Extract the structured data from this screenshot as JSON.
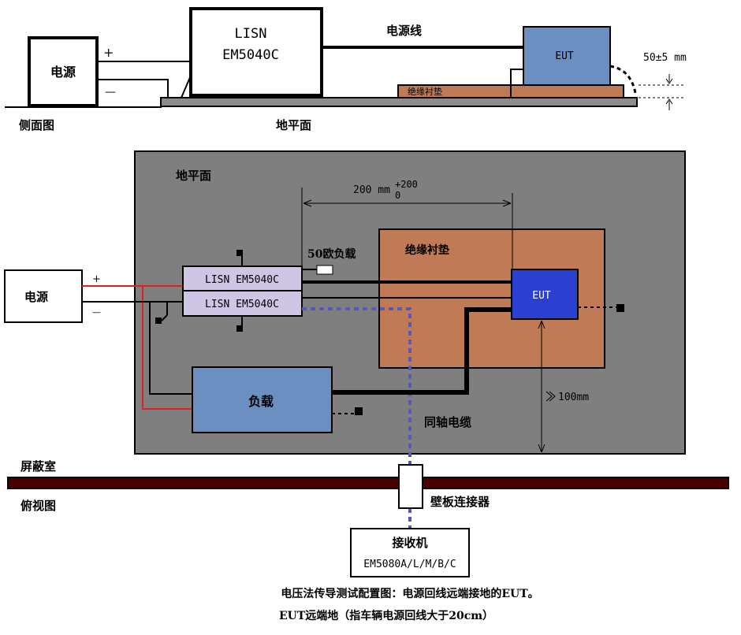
{
  "side_view": {
    "power_label": "电源",
    "plus": "+",
    "minus": "—",
    "lisn_line1": "LISN",
    "lisn_line2": "EM5040C",
    "power_cable_label": "电源线",
    "eut_label": "EUT",
    "insulation_label": "绝缘衬垫",
    "height_label": "50±5 mm",
    "view_label": "侧面图",
    "ground_label": "地平面"
  },
  "top_view": {
    "ground_label": "地平面",
    "dim_main": "200 mm",
    "dim_plus": "+200",
    "dim_zero": "0",
    "load50_label": "50欧负载",
    "insulation_label": "绝缘衬垫",
    "power_label": "电源",
    "plus": "+",
    "minus": "—",
    "lisn1_label": "LISN  EM5040C",
    "lisn2_label": "LISN  EM5040C",
    "eut_label": "EUT",
    "load_label": "负载",
    "dim_100": "100mm",
    "coax_label": "同轴电缆",
    "room_label": "屏蔽室",
    "view_label": "俯视图",
    "connector_label": "壁板连接器",
    "receiver_line1": "接收机",
    "receiver_line2": "EM5080A/L/M/B/C"
  },
  "caption": {
    "line1": "电压法传导测试配置图：电源回线远端接地的EUT。",
    "line2": "EUT远端地（指车辆电源回线大于20cm）"
  },
  "colors": {
    "ground_plane": "#7f7f7f",
    "insulation": "#c07a55",
    "eut_side": "#6a8fc0",
    "eut_top": "#2b3fd0",
    "load": "#6a8fc0",
    "lisn": "#cfc6e6",
    "coax_dashed": "#5858b8",
    "red_wire": "#e02020",
    "shield_wall": "#4a0000"
  }
}
